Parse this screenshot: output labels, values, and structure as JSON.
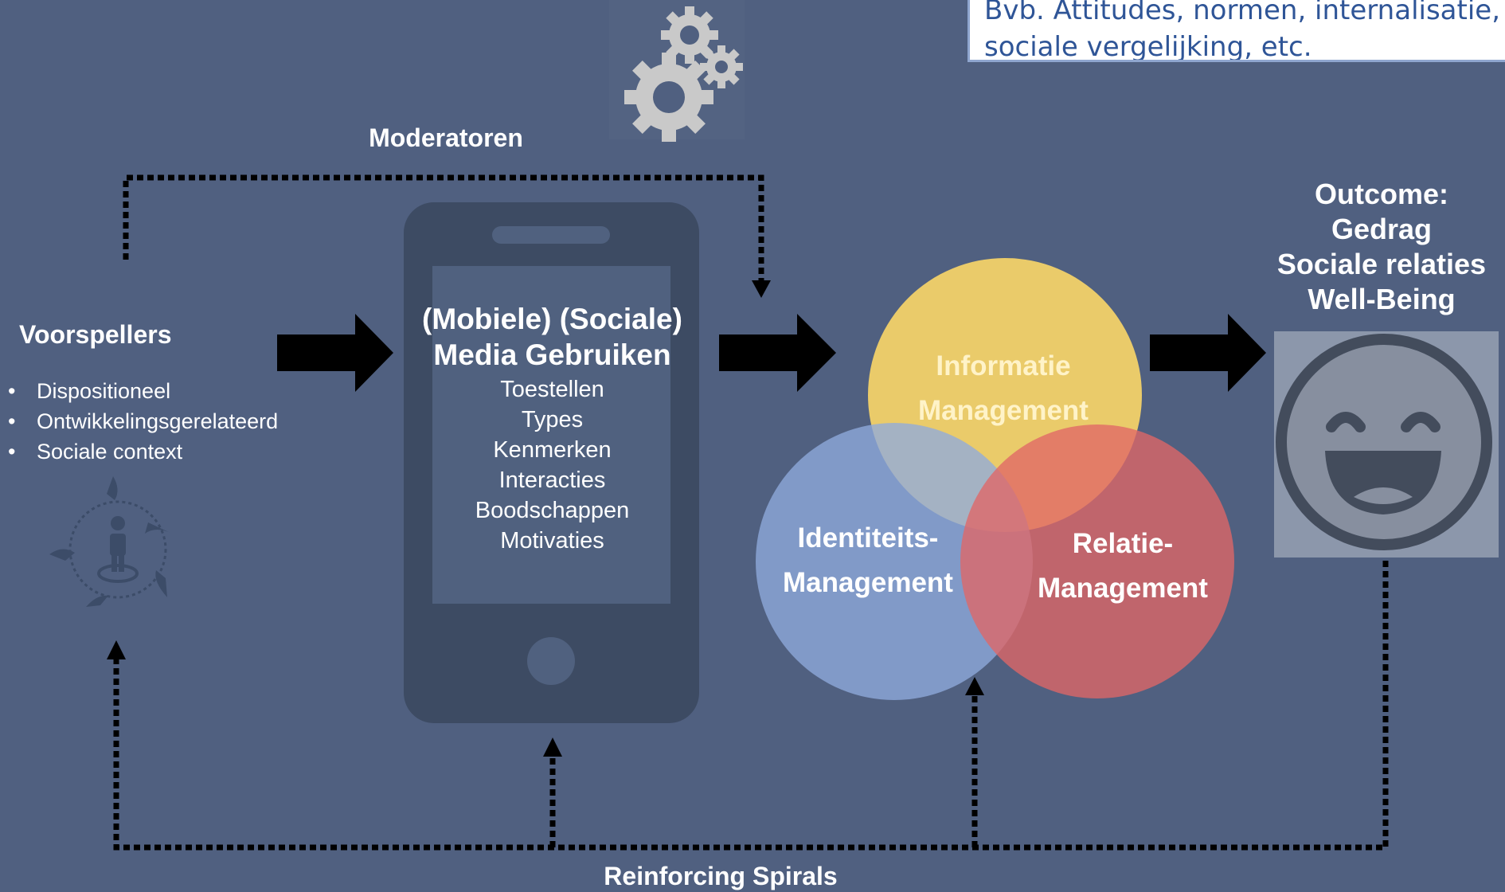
{
  "note": {
    "line1": "Bvb. Attitudes, normen, internalisatie,",
    "line2": "sociale vergelijking, etc."
  },
  "moderatoren": "Moderatoren",
  "reinforcing": "Reinforcing Spirals",
  "voorspellers": {
    "title": "Voorspellers",
    "items": [
      "Dispositioneel",
      "Ontwikkelingsgerelateerd",
      "Sociale context"
    ]
  },
  "media": {
    "title_line1": "(Mobiele) (Sociale)",
    "title_line2": "Media Gebruiken",
    "items": [
      "Toestellen",
      "Types",
      "Kenmerken",
      "Interacties",
      "Boodschappen",
      "Motivaties"
    ]
  },
  "venn": {
    "informatie": [
      "Informatie",
      "Management"
    ],
    "identiteit": [
      "Identiteits-",
      "Management"
    ],
    "relatie": [
      "Relatie-",
      "Management"
    ],
    "colors": {
      "informatie": "#ffd966",
      "identiteit": "#8faadc",
      "relatie": "#e06666"
    }
  },
  "outcome": {
    "lines": [
      "Outcome:",
      "Gedrag",
      "Sociale relaties",
      "Well-Being"
    ]
  },
  "icons": {
    "gears": "gears-icon",
    "person_cycle": "person-cycle-icon",
    "smiley": "laughing-face-icon",
    "phone": "smartphone-icon"
  }
}
